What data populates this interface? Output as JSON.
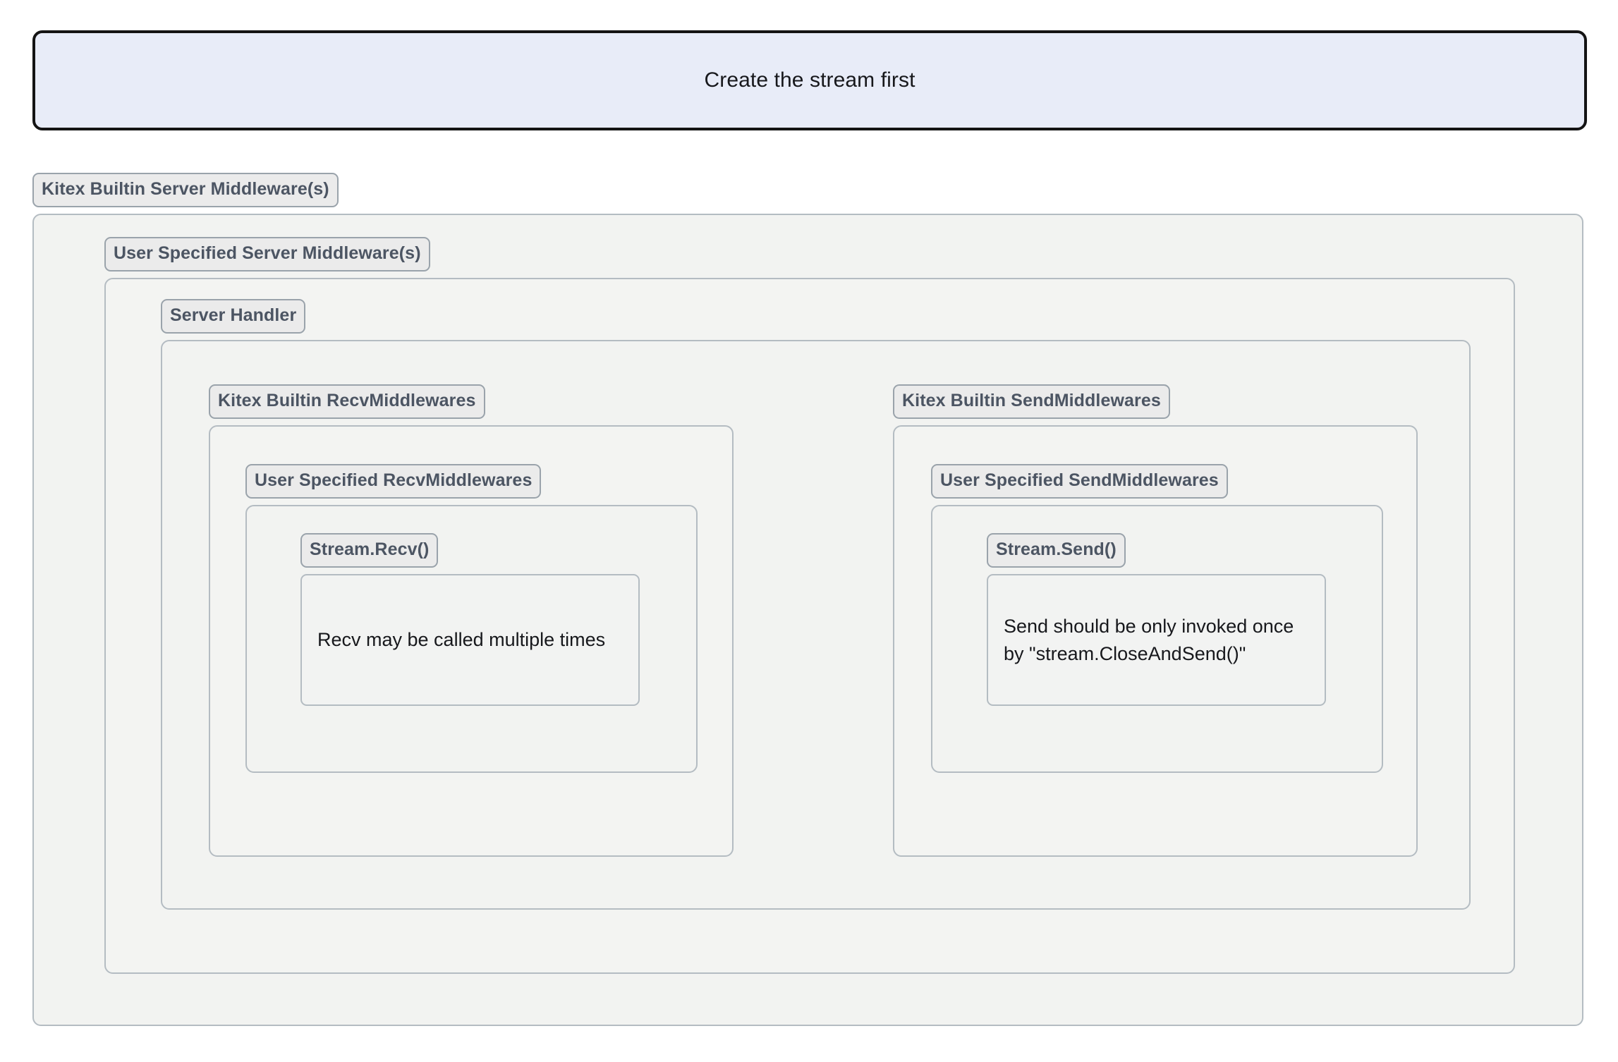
{
  "diagram": {
    "type": "nested-block-diagram",
    "banner": {
      "text": "Create the stream first",
      "fill": "#e8ecf8",
      "border": "#141414"
    },
    "colors": {
      "chip_fill": "#ebebeb",
      "chip_border": "#9aa3ab",
      "chip_text": "#4c5563",
      "group_border": "#b4bcc2",
      "group_fill": "#f2f3f1",
      "note_fill": "#f2f3f2",
      "note_text": "#17181c"
    },
    "levels": {
      "l0_label": "Kitex Builtin Server Middleware(s)",
      "l1_label": "User Specified Server Middleware(s)",
      "l2_label": "Server Handler"
    },
    "recv_branch": {
      "l3_label": "Kitex Builtin RecvMiddlewares",
      "l4_label": "User Specified RecvMiddlewares",
      "l5_label": "Stream.Recv()",
      "note": "Recv may be called multiple times"
    },
    "send_branch": {
      "l3_label": "Kitex Builtin SendMiddlewares",
      "l4_label": "User Specified SendMiddlewares",
      "l5_label": "Stream.Send()",
      "note": "Send should be only invoked once by \"stream.CloseAndSend()\""
    }
  }
}
